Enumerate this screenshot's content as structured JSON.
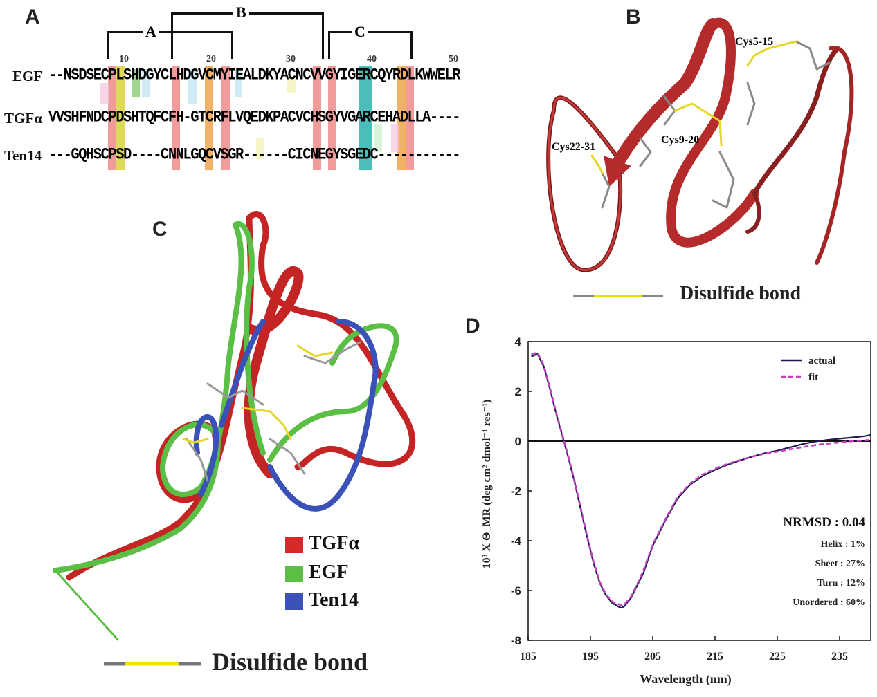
{
  "panels": {
    "a": "A",
    "b": "B",
    "c": "C",
    "d": "D"
  },
  "alignment": {
    "brackets": [
      "A",
      "B",
      "C"
    ],
    "ticks": [
      "10",
      "20",
      "30",
      "40",
      "50"
    ],
    "rows": [
      {
        "name": "EGF",
        "seq": "--NSDSECPLSHDGYCLHDGVCMYIEALDKYACNCVVGYIGERCQYRDLKWWELR"
      },
      {
        "name": "TGFα",
        "seq": "VVSHFNDCPDSHTQFCFH-GTCRFLVQEDKPACVCHSGYVGARCEHADLLA----"
      },
      {
        "name": "Ten14",
        "seq": "---GQHSCPSD----CNNLGQCVSGR------CICNEGYSGEDC-----------"
      }
    ],
    "highlight_colors": {
      "cys": "#ef8a8a",
      "yellow": "#d6d43a",
      "green": "#8fcf7a",
      "orange": "#f0a44a",
      "teal": "#2bb3b0",
      "lightblue": "#bfe6f2",
      "pink": "#f6c7df",
      "lightyellow": "#f3f1b5",
      "lightgreen": "#cfeecf"
    }
  },
  "panel_b": {
    "labels": [
      "Cys5-15",
      "Cys22-31",
      "Cys9-20"
    ],
    "legend": "Disulfide bond"
  },
  "panel_c": {
    "legend": [
      {
        "name": "TGFα",
        "color": "#d42a2a"
      },
      {
        "name": "EGF",
        "color": "#5cbf45"
      },
      {
        "name": "Ten14",
        "color": "#3a52b8"
      }
    ],
    "disulfide": "Disulfide bond"
  },
  "chart_data": {
    "type": "line",
    "xlabel": "Wavelength (nm)",
    "ylabel": "10³ X Θ_MR (deg cm² dmol⁻¹ res⁻¹)",
    "xlim": [
      185,
      240
    ],
    "ylim": [
      -8,
      4
    ],
    "xticks": [
      185,
      195,
      205,
      215,
      225,
      235
    ],
    "yticks": [
      4,
      2,
      0,
      -2,
      -4,
      -6,
      -8
    ],
    "legend_position": "top-right",
    "series": [
      {
        "name": "actual",
        "color": "#1a1a4e",
        "style": "solid",
        "x": [
          185.5,
          186.5,
          187.5,
          188.5,
          189.5,
          190.5,
          191.5,
          192.5,
          193.5,
          194.5,
          195.5,
          196.5,
          197.5,
          198.5,
          199.5,
          200.0,
          200.5,
          201.5,
          202.5,
          203.5,
          205,
          207,
          209,
          211,
          213,
          215,
          217,
          219,
          221,
          223,
          225,
          227,
          229,
          231,
          233,
          235,
          237,
          239,
          240
        ],
        "y": [
          3.4,
          3.5,
          3.0,
          2.1,
          1.1,
          0.2,
          -0.7,
          -1.7,
          -2.8,
          -3.9,
          -4.9,
          -5.7,
          -6.2,
          -6.5,
          -6.65,
          -6.7,
          -6.62,
          -6.3,
          -5.8,
          -5.3,
          -4.2,
          -3.2,
          -2.3,
          -1.75,
          -1.4,
          -1.15,
          -0.95,
          -0.78,
          -0.62,
          -0.48,
          -0.38,
          -0.25,
          -0.12,
          -0.02,
          0.05,
          0.1,
          0.15,
          0.2,
          0.25
        ]
      },
      {
        "name": "fit",
        "color": "#c63fc0",
        "style": "dashed",
        "x": [
          185.5,
          186.5,
          187.5,
          188.5,
          189.5,
          190.5,
          191.5,
          192.5,
          193.5,
          194.5,
          195.5,
          196.5,
          197.5,
          198.5,
          199.5,
          200.0,
          200.5,
          201.5,
          202.5,
          203.5,
          205,
          207,
          209,
          211,
          213,
          215,
          217,
          219,
          221,
          223,
          225,
          227,
          229,
          231,
          233,
          235,
          237,
          239,
          240
        ],
        "y": [
          3.5,
          3.55,
          3.05,
          2.15,
          1.15,
          0.25,
          -0.65,
          -1.65,
          -2.75,
          -3.85,
          -4.85,
          -5.65,
          -6.15,
          -6.45,
          -6.55,
          -6.6,
          -6.55,
          -6.25,
          -5.75,
          -5.2,
          -4.15,
          -3.15,
          -2.25,
          -1.7,
          -1.35,
          -1.1,
          -0.92,
          -0.76,
          -0.62,
          -0.5,
          -0.42,
          -0.33,
          -0.24,
          -0.16,
          -0.1,
          -0.05,
          0.0,
          0.03,
          0.05
        ]
      }
    ],
    "annotations": {
      "nrmsd": "NRMSD : 0.04",
      "helix": "Helix : 1%",
      "sheet": "Sheet : 27%",
      "turn": "Turn : 12%",
      "unordered": "Unordered : 60%"
    }
  }
}
